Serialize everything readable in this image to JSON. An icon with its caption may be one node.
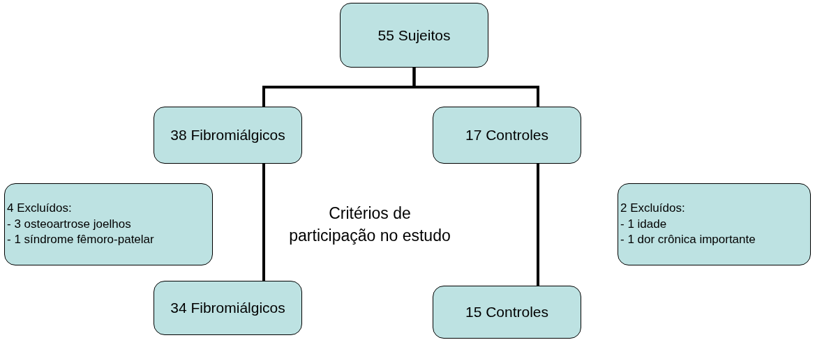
{
  "diagram": {
    "nodes": [
      {
        "text": [
          "55 Sujeitos"
        ]
      },
      {
        "text": [
          "38 Fibromiálgicos"
        ]
      },
      {
        "text": [
          "17 Controles"
        ]
      },
      {
        "text": [
          "4 Excluídos:",
          "- 3 osteoartrose joelhos",
          "- 1 síndrome fêmoro-patelar"
        ]
      },
      {
        "text": [
          "2 Excluídos:",
          "- 1 idade",
          "- 1 dor crônica importante"
        ]
      },
      {
        "text": [
          "34 Fibromiálgicos"
        ]
      },
      {
        "text": [
          "15 Controles"
        ]
      }
    ],
    "edges": [
      {
        "from": 0,
        "to": 1,
        "arrow": "none"
      },
      {
        "from": 0,
        "to": 2,
        "arrow": "none"
      },
      {
        "from": 1,
        "to": 5,
        "arrow": "none"
      },
      {
        "from": 2,
        "to": 6,
        "arrow": "none"
      }
    ],
    "labels": [
      "Critérios de participação no estudo"
    ]
  }
}
